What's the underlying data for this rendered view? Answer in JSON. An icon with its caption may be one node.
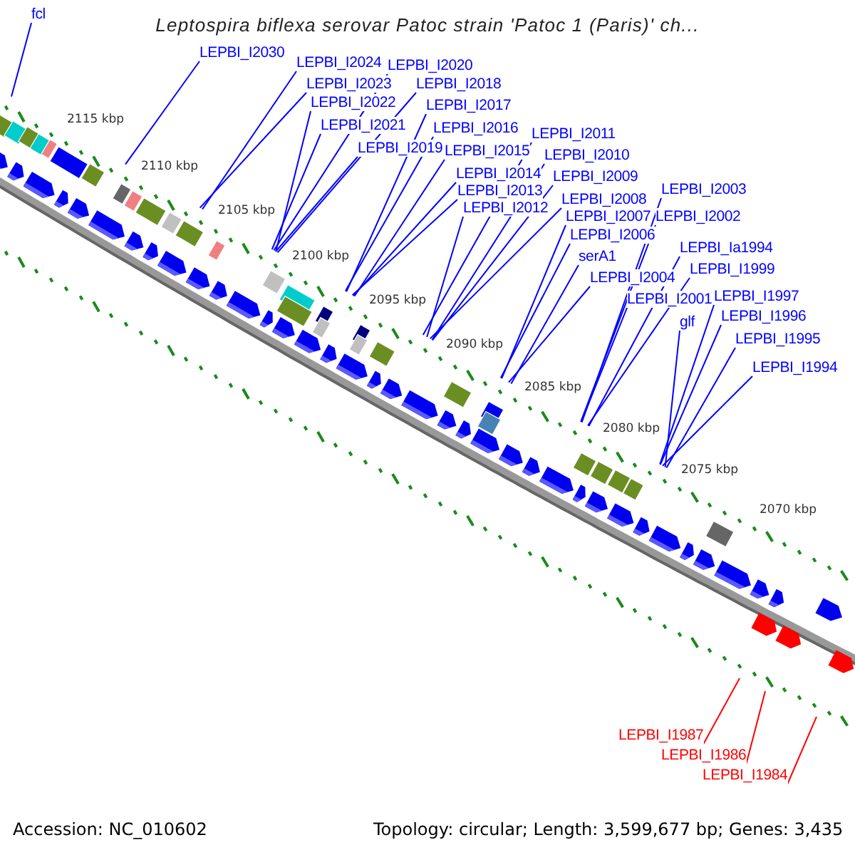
{
  "diagram": {
    "title": "Leptospira biflexa serovar Patoc strain 'Patoc 1 (Paris)' ch...",
    "nodes": [
      {
        "text": [
          "fcl"
        ]
      },
      {
        "text": [
          "LEPBI_I2030"
        ]
      },
      {
        "text": [
          "LEPBI_I2024"
        ]
      },
      {
        "text": [
          "LEPBI_I2023"
        ]
      },
      {
        "text": [
          "LEPBI_I2022"
        ]
      },
      {
        "text": [
          "LEPBI_I2021"
        ]
      },
      {
        "text": [
          "LEPBI_I2020"
        ]
      },
      {
        "text": [
          "LEPBI_I2019"
        ]
      },
      {
        "text": [
          "LEPBI_I2018"
        ]
      },
      {
        "text": [
          "LEPBI_I2017"
        ]
      },
      {
        "text": [
          "LEPBI_I2016"
        ]
      },
      {
        "text": [
          "LEPBI_I2015"
        ]
      },
      {
        "text": [
          "LEPBI_I2014"
        ]
      },
      {
        "text": [
          "LEPBI_I2013"
        ]
      },
      {
        "text": [
          "LEPBI_I2012"
        ]
      },
      {
        "text": [
          "LEPBI_I2011"
        ]
      },
      {
        "text": [
          "LEPBI_I2010"
        ]
      },
      {
        "text": [
          "LEPBI_I2009"
        ]
      },
      {
        "text": [
          "LEPBI_I2008"
        ]
      },
      {
        "text": [
          "LEPBI_I2007"
        ]
      },
      {
        "text": [
          "LEPBI_I2006"
        ]
      },
      {
        "text": [
          "serA1"
        ]
      },
      {
        "text": [
          "LEPBI_I2004"
        ]
      },
      {
        "text": [
          "LEPBI_I2003"
        ]
      },
      {
        "text": [
          "LEPBI_I2002"
        ]
      },
      {
        "text": [
          "LEPBI_I2001"
        ]
      },
      {
        "text": [
          "LEPBI_Ia1994"
        ]
      },
      {
        "text": [
          "LEPBI_I1999"
        ]
      },
      {
        "text": [
          "glf"
        ]
      },
      {
        "text": [
          "LEPBI_I1997"
        ]
      },
      {
        "text": [
          "LEPBI_I1996"
        ]
      },
      {
        "text": [
          "LEPBI_I1995"
        ]
      },
      {
        "text": [
          "LEPBI_I1994"
        ]
      },
      {
        "text": [
          "LEPBI_I1987"
        ]
      },
      {
        "text": [
          "LEPBI_I1986"
        ]
      },
      {
        "text": [
          "LEPBI_I1984"
        ]
      }
    ],
    "edges": [
      {
        "from": 0,
        "to": null,
        "arrow": "none"
      },
      {
        "from": 1,
        "to": null,
        "arrow": "none"
      },
      {
        "from": 2,
        "to": null,
        "arrow": "none"
      },
      {
        "from": 3,
        "to": null,
        "arrow": "none"
      },
      {
        "from": 4,
        "to": null,
        "arrow": "none"
      },
      {
        "from": 5,
        "to": null,
        "arrow": "none"
      },
      {
        "from": 6,
        "to": null,
        "arrow": "none"
      },
      {
        "from": 7,
        "to": null,
        "arrow": "none"
      },
      {
        "from": 8,
        "to": null,
        "arrow": "none"
      },
      {
        "from": 9,
        "to": null,
        "arrow": "none"
      },
      {
        "from": 10,
        "to": null,
        "arrow": "none"
      },
      {
        "from": 11,
        "to": null,
        "arrow": "none"
      },
      {
        "from": 12,
        "to": null,
        "arrow": "none"
      },
      {
        "from": 13,
        "to": null,
        "arrow": "none"
      },
      {
        "from": 14,
        "to": null,
        "arrow": "none"
      },
      {
        "from": 15,
        "to": null,
        "arrow": "none"
      },
      {
        "from": 16,
        "to": null,
        "arrow": "none"
      },
      {
        "from": 17,
        "to": null,
        "arrow": "none"
      },
      {
        "from": 18,
        "to": null,
        "arrow": "none"
      },
      {
        "from": 19,
        "to": null,
        "arrow": "none"
      },
      {
        "from": 20,
        "to": null,
        "arrow": "none"
      },
      {
        "from": 21,
        "to": null,
        "arrow": "none"
      },
      {
        "from": 22,
        "to": null,
        "arrow": "none"
      },
      {
        "from": 23,
        "to": null,
        "arrow": "none"
      },
      {
        "from": 24,
        "to": null,
        "arrow": "none"
      },
      {
        "from": 25,
        "to": null,
        "arrow": "none"
      },
      {
        "from": 26,
        "to": null,
        "arrow": "none"
      },
      {
        "from": 27,
        "to": null,
        "arrow": "none"
      },
      {
        "from": 28,
        "to": null,
        "arrow": "none"
      },
      {
        "from": 29,
        "to": null,
        "arrow": "none"
      },
      {
        "from": 30,
        "to": null,
        "arrow": "none"
      },
      {
        "from": 31,
        "to": null,
        "arrow": "none"
      },
      {
        "from": 32,
        "to": null,
        "arrow": "none"
      },
      {
        "from": 33,
        "to": null,
        "arrow": "none",
        "color": "#ff0000"
      },
      {
        "from": 34,
        "to": null,
        "arrow": "none",
        "color": "#ff0000"
      },
      {
        "from": 35,
        "to": null,
        "arrow": "none",
        "color": "#ff0000"
      }
    ],
    "labels": [
      "2115 kbp",
      "2110 kbp",
      "2105 kbp",
      "2100 kbp",
      "2095 kbp",
      "2090 kbp",
      "2085 kbp",
      "2080 kbp",
      "2075 kbp",
      "2070 kbp",
      "Accession: NC_010602",
      "Topology: circular; Length: 3,599,677 bp; Genes: 3,435"
    ]
  }
}
